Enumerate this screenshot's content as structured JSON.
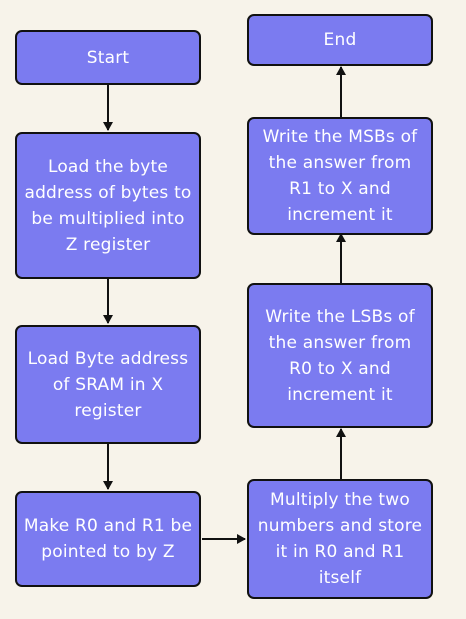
{
  "colors": {
    "background": "#f7f3ea",
    "box_fill": "#7b7bf0",
    "box_border": "#111111",
    "text": "#ffffff",
    "arrow": "#111111"
  },
  "nodes": {
    "start": "Start",
    "load_z": "Load the byte address of bytes to be multiplied into Z register",
    "load_x": "Load Byte address of SRAM in X register",
    "point_r0r1": "Make R0 and R1 be pointed to by Z",
    "multiply": "Multiply the two numbers and store it in R0 and R1 itself",
    "write_lsb": "Write the LSBs of the answer from R0 to X and increment it",
    "write_msb": "Write the MSBs of the answer from R1 to X and increment it",
    "end": "End"
  }
}
